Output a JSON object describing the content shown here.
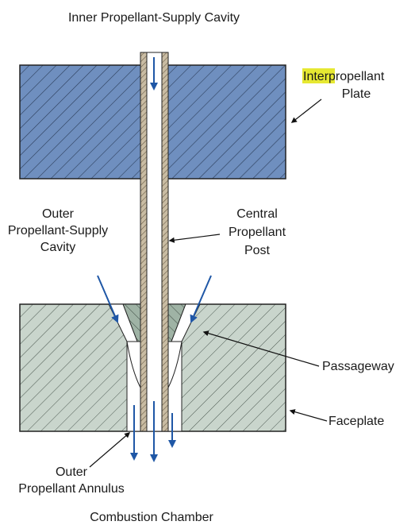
{
  "labels": {
    "inner_cavity": "Inner Propellant-Supply Cavity",
    "plate_highlight": "Inter",
    "plate_rest": "propellant",
    "plate_line2": "Plate",
    "outer_cavity_line1": "Outer",
    "outer_cavity_line2": "Propellant-Supply",
    "outer_cavity_line3": "Cavity",
    "post_line1": "Central",
    "post_line2": "Propellant",
    "post_line3": "Post",
    "passageway": "Passageway",
    "faceplate": "Faceplate",
    "annulus_line1": "Outer",
    "annulus_line2": "Propellant Annulus",
    "chamber": "Combustion Chamber"
  },
  "colors": {
    "plate_fill": "#6f8fbf",
    "faceplate_fill": "#c9d5cc",
    "fillet_fill": "#9fb3a5",
    "post_fill": "#c9bca3",
    "arrow_blue": "#1f57a6",
    "highlight": "#e6e832"
  }
}
